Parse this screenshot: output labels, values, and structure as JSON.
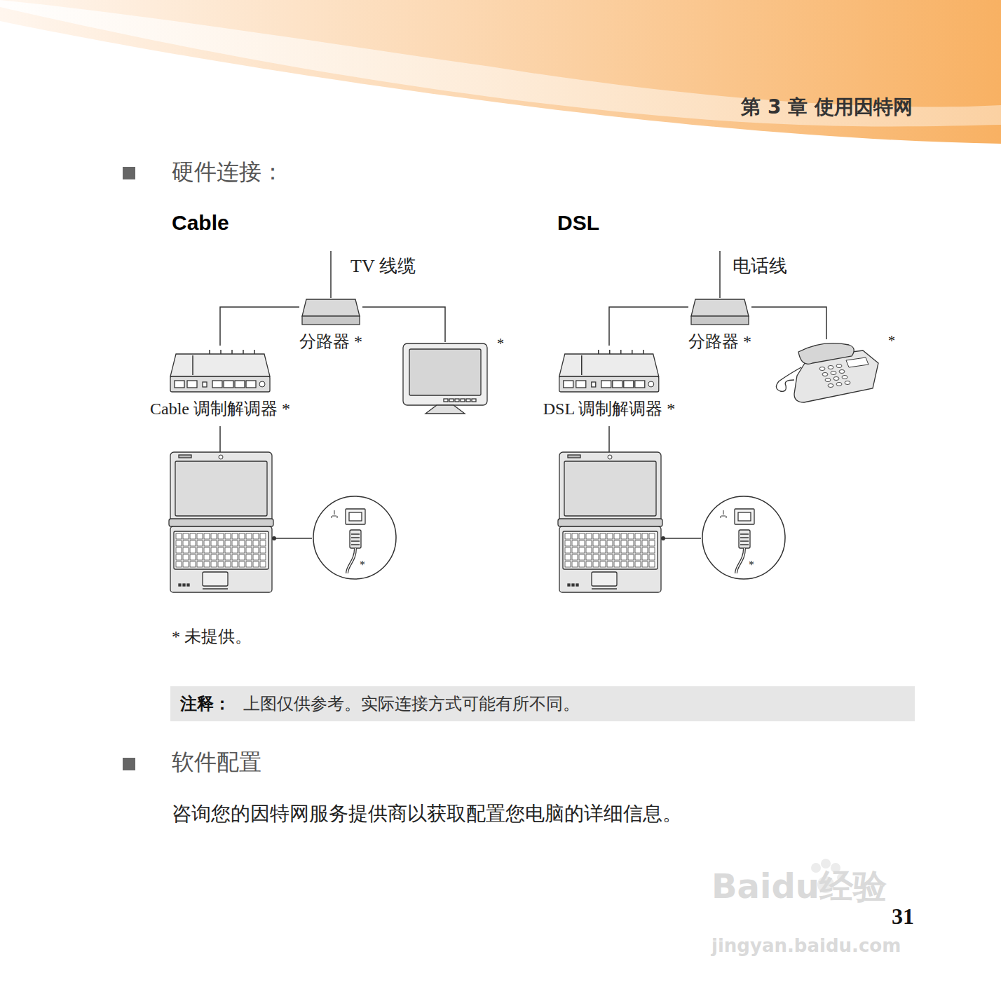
{
  "diagram": {
    "nodes": [
      {
        "text": [
          "分路器 *"
        ]
      },
      {
        "text": [
          "Cable 调制解调器 *"
        ]
      },
      {
        "text": [
          "*"
        ]
      },
      {
        "text": [
          "*"
        ]
      },
      {
        "text": [
          "分路器 *"
        ]
      },
      {
        "text": [
          "DSL 调制解调器 *"
        ]
      },
      {
        "text": [
          "*"
        ]
      },
      {
        "text": [
          "*"
        ]
      },
      {
        "text": [
          "注释：",
          "上图仅供参考。实际连接方式可能有所不同。"
        ]
      }
    ],
    "edges": [
      {
        "from": 0,
        "to": 1,
        "arrow": "none"
      },
      {
        "from": 0,
        "to": 2,
        "arrow": "none"
      },
      {
        "from": 4,
        "to": 5,
        "arrow": "none"
      },
      {
        "from": 4,
        "to": 6,
        "arrow": "none"
      }
    ],
    "labels": [
      "第 3 章 使用因特网",
      "硬件连接：",
      "Cable",
      "TV 线缆",
      "DSL",
      "电话线",
      "* 未提供。",
      "软件配置",
      "咨询您的因特网服务提供商以获取配置您电脑的详细信息。",
      "Baidu经验",
      "jingyan.baidu.com",
      "31"
    ]
  }
}
